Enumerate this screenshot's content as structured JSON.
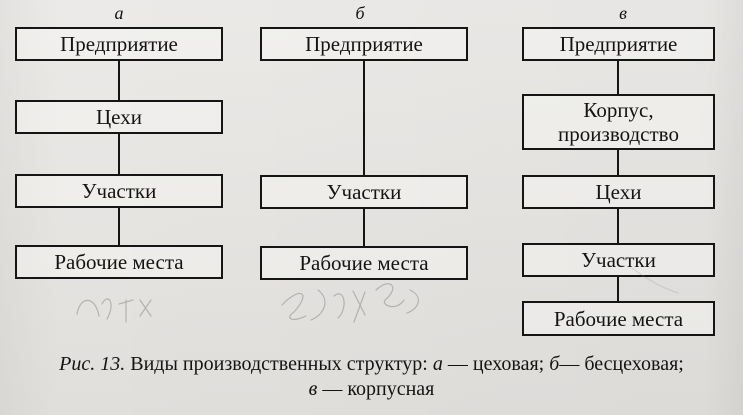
{
  "columns": [
    {
      "letter": "а",
      "boxes": [
        "Предприятие",
        "Цехи",
        "Участки",
        "Рабочие места"
      ]
    },
    {
      "letter": "б",
      "boxes": [
        "Предприятие",
        "Участки",
        "Рабочие места"
      ]
    },
    {
      "letter": "в",
      "boxes": [
        "Предприятие",
        "Корпус,",
        "производство",
        "Цехи",
        "Участки",
        "Рабочие места"
      ]
    }
  ],
  "caption": {
    "fig_label": "Рис. 13.",
    "text_1": " Виды производственных структур: ",
    "a_letter": "а",
    "a_text": " — цеховая; ",
    "b_letter": "б",
    "b_text": "— бесцеховая;",
    "v_letter": "в",
    "v_text": " — корпусная"
  }
}
